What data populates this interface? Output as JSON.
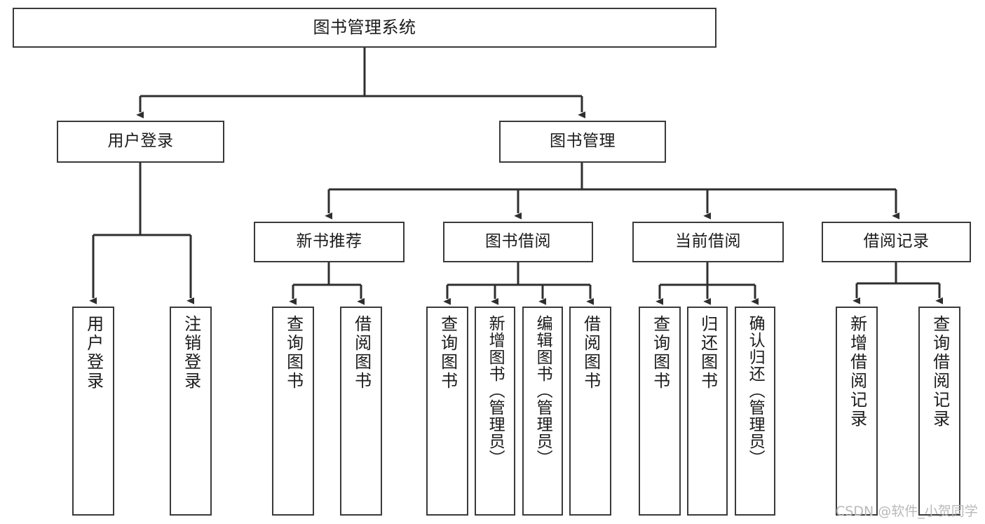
{
  "diagram": {
    "type": "tree",
    "title": "图书管理系统",
    "orientation": "top-down",
    "colors": {
      "box_stroke": "#3a3a3a",
      "box_fill": "#ffffff",
      "connector": "#2f2f2f",
      "text": "#1b1b1b",
      "watermark": "#b9b9b9",
      "background": "#ffffff"
    }
  },
  "root": {
    "label": "图书管理系统"
  },
  "level2": [
    {
      "label": "用户登录"
    },
    {
      "label": "图书管理"
    }
  ],
  "level3": [
    {
      "label": "新书推荐"
    },
    {
      "label": "图书借阅"
    },
    {
      "label": "当前借阅"
    },
    {
      "label": "借阅记录"
    }
  ],
  "leaves": {
    "user_login": [
      {
        "label": "用户登录"
      },
      {
        "label": "注销登录"
      }
    ],
    "new_book": [
      {
        "label": "查询图书"
      },
      {
        "label": "借阅图书"
      }
    ],
    "book_borrow": [
      {
        "label": "查询图书"
      },
      {
        "label": "新增图书（管理员）"
      },
      {
        "label": "编辑图书（管理员）"
      },
      {
        "label": "借阅图书"
      }
    ],
    "current_borrow": [
      {
        "label": "查询图书"
      },
      {
        "label": "归还图书"
      },
      {
        "label": "确认归还（管理员）"
      }
    ],
    "borrow_record": [
      {
        "label": "新增借阅记录"
      },
      {
        "label": "查询借阅记录"
      }
    ]
  },
  "watermark": {
    "text": "CSDN @软件_小贺同学"
  }
}
